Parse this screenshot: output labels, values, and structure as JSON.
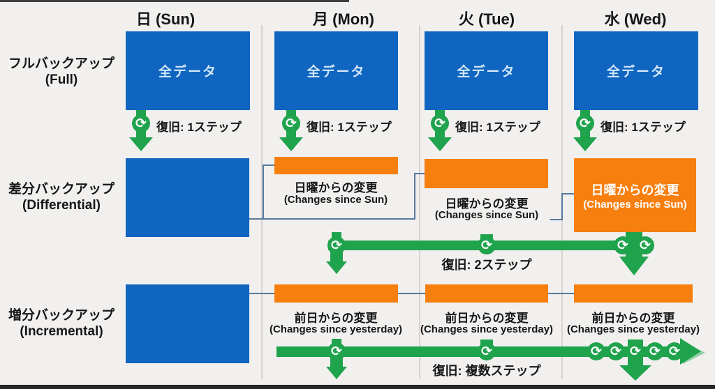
{
  "columns": [
    {
      "label": "日 (Sun)"
    },
    {
      "label": "月 (Mon)"
    },
    {
      "label": "火 (Tue)"
    },
    {
      "label": "水 (Wed)"
    }
  ],
  "rows": {
    "full": {
      "label_ja": "フルバックアップ",
      "label_en": "(Full)",
      "box_label": "全データ",
      "recovery": "復旧: 1ステップ"
    },
    "differential": {
      "label_ja": "差分バックアップ",
      "label_en": "(Differential)",
      "bar_label_ja": "日曜からの変更",
      "bar_label_en": "(Changes since Sun)",
      "recovery": "復旧: 2ステップ"
    },
    "incremental": {
      "label_ja": "増分バックアップ",
      "label_en": "(Incremental)",
      "bar_label_ja": "前日からの変更",
      "bar_label_en": "(Changes since yesterday)",
      "recovery": "復旧: 複数ステップ"
    }
  },
  "icons": {
    "cycle": "⟳"
  },
  "colors": {
    "background": "#f1f0ee",
    "full_box_blue": "#0f65bf",
    "changes_orange": "#f77f0e",
    "restore_green": "#1fa34c",
    "restore_green_light": "#8fd0a4",
    "connector_blue": "#56789f",
    "text_dark": "#161616",
    "box_text_light": "#d2e7fa",
    "separator_gray": "#d6d3d0"
  }
}
